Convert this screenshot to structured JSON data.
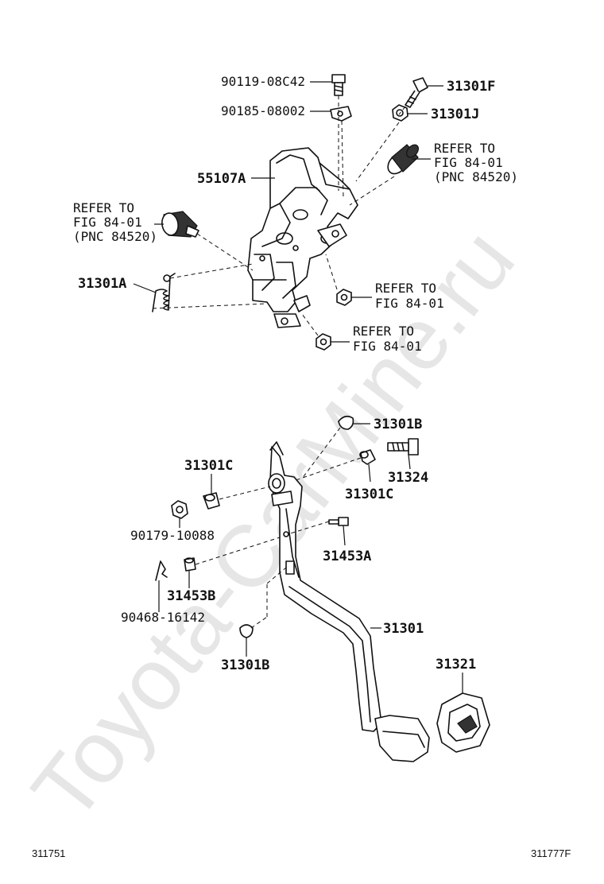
{
  "watermark": "Toyota-CarMine.ru",
  "labels": {
    "p90119": "90119-08C42",
    "p90185": "90185-08002",
    "p31301F": "31301F",
    "p31301J": "31301J",
    "p55107A": "55107A",
    "refer_right_1": "REFER TO",
    "refer_right_2": "FIG 84-01",
    "refer_right_3": "(PNC 84520)",
    "refer_left_1": "REFER TO",
    "refer_left_2": "FIG 84-01",
    "refer_left_3": "(PNC 84520)",
    "p31301A": "31301A",
    "refer_nut1_1": "REFER TO",
    "refer_nut1_2": "FIG 84-01",
    "refer_nut2_1": "REFER TO",
    "refer_nut2_2": "FIG 84-01",
    "p31301B_top": "31301B",
    "p31301C_left": "31301C",
    "p31324": "31324",
    "p31301C_right": "31301C",
    "p90179": "90179-10088",
    "p31453A": "31453A",
    "p31453B": "31453B",
    "p90468": "90468-16142",
    "p31301": "31301",
    "p31301B_bottom": "31301B",
    "p31321": "31321"
  },
  "footer": {
    "left_code": "311751",
    "right_code": "311777F"
  }
}
